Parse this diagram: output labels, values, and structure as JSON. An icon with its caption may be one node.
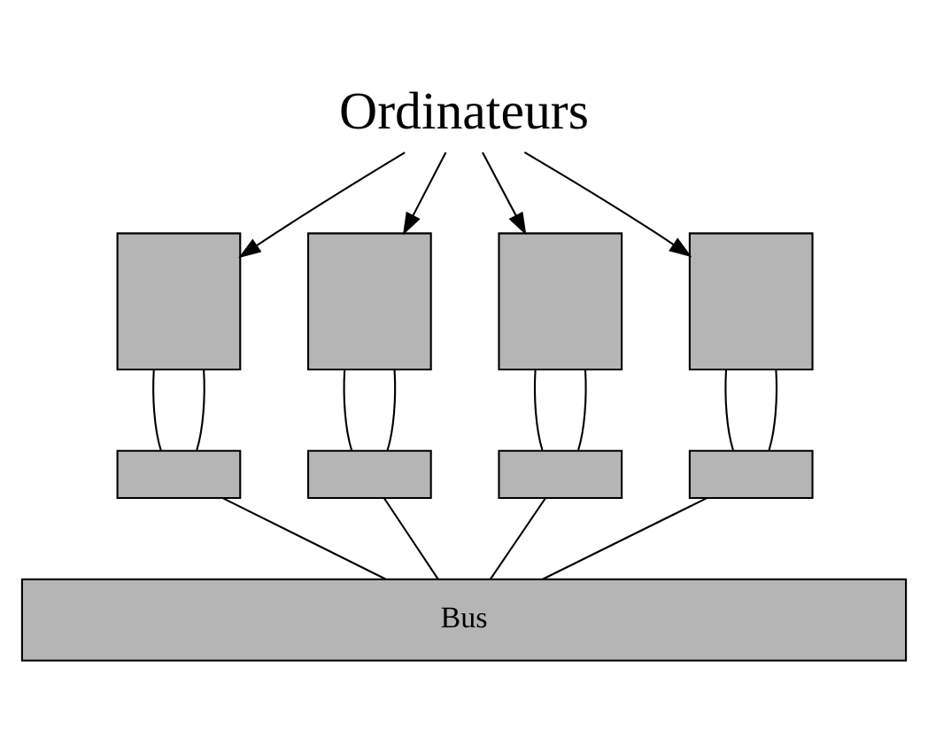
{
  "diagram": {
    "nodes": [
      {
        "text": [
          "Ordinateurs"
        ]
      },
      {
        "text": [],
        "shape": "box"
      },
      {
        "text": [],
        "shape": "box"
      },
      {
        "text": [],
        "shape": "box"
      },
      {
        "text": [],
        "shape": "box"
      },
      {
        "text": [],
        "shape": "box"
      },
      {
        "text": [],
        "shape": "box"
      },
      {
        "text": [],
        "shape": "box"
      },
      {
        "text": [],
        "shape": "box"
      },
      {
        "text": [
          "Bus"
        ]
      }
    ],
    "edges": [
      {
        "from": 0,
        "to": 1,
        "arrow": "to"
      },
      {
        "from": 0,
        "to": 2,
        "arrow": "to"
      },
      {
        "from": 0,
        "to": 3,
        "arrow": "to"
      },
      {
        "from": 0,
        "to": 4,
        "arrow": "to"
      },
      {
        "from": 1,
        "to": 5,
        "arrow": "none"
      },
      {
        "from": 1,
        "to": 5,
        "arrow": "none"
      },
      {
        "from": 2,
        "to": 6,
        "arrow": "none"
      },
      {
        "from": 2,
        "to": 6,
        "arrow": "none"
      },
      {
        "from": 3,
        "to": 7,
        "arrow": "none"
      },
      {
        "from": 3,
        "to": 7,
        "arrow": "none"
      },
      {
        "from": 4,
        "to": 8,
        "arrow": "none"
      },
      {
        "from": 4,
        "to": 8,
        "arrow": "none"
      },
      {
        "from": 5,
        "to": 9,
        "arrow": "none"
      },
      {
        "from": 6,
        "to": 9,
        "arrow": "none"
      },
      {
        "from": 7,
        "to": 9,
        "arrow": "none"
      },
      {
        "from": 8,
        "to": 9,
        "arrow": "none"
      }
    ]
  }
}
